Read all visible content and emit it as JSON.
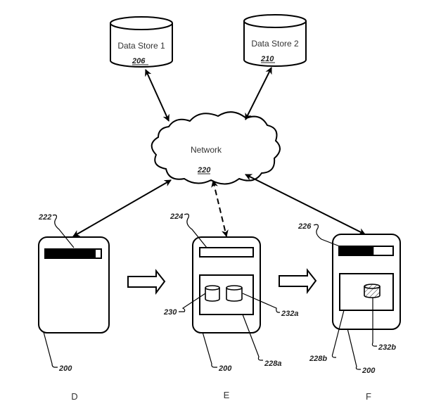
{
  "diagram": {
    "data_stores": [
      {
        "label": "Data Store 1",
        "ref": "206"
      },
      {
        "label": "Data Store 2",
        "ref": "210"
      }
    ],
    "network": {
      "label": "Network",
      "ref": "220"
    },
    "devices": [
      {
        "panel": "D",
        "device_ref": "200",
        "bar_ref": "222",
        "bar_fill_fraction": 0.9
      },
      {
        "panel": "E",
        "device_ref": "200",
        "bar_ref": "224",
        "bar_fill_fraction": 0.0,
        "container_ref": "228a",
        "store_a_ref": "230",
        "store_b_ref": "232a"
      },
      {
        "panel": "F",
        "device_ref": "200",
        "bar_ref": "226",
        "bar_fill_fraction": 0.64,
        "container_ref": "228b",
        "store_ref": "232b"
      }
    ],
    "connections": [
      {
        "from": "Data Store 1",
        "to": "Network",
        "style": "solid",
        "direction": "bidirectional"
      },
      {
        "from": "Data Store 2",
        "to": "Network",
        "style": "solid",
        "direction": "bidirectional"
      },
      {
        "from": "Network",
        "to": "D",
        "style": "solid",
        "direction": "bidirectional"
      },
      {
        "from": "Network",
        "to": "E",
        "style": "dashed",
        "direction": "bidirectional"
      },
      {
        "from": "Network",
        "to": "F",
        "style": "solid",
        "direction": "bidirectional"
      },
      {
        "from": "D",
        "to": "E",
        "style": "block-arrow",
        "direction": "forward"
      },
      {
        "from": "E",
        "to": "F",
        "style": "block-arrow",
        "direction": "forward"
      }
    ]
  }
}
